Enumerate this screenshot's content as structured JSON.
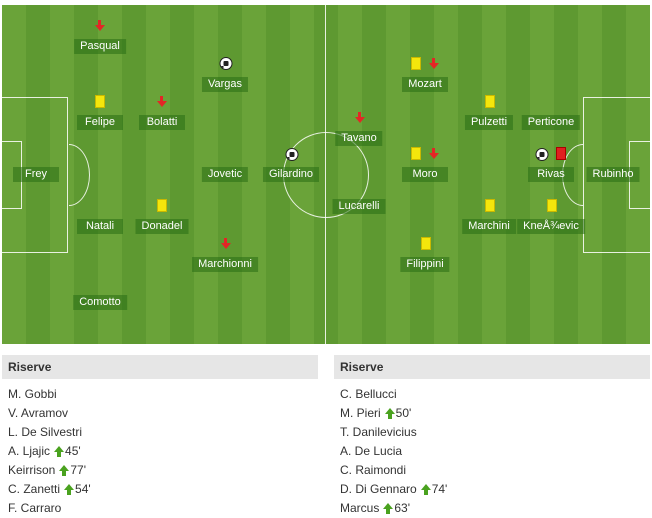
{
  "home_players": {
    "pasqual": "Pasqual",
    "vargas": "Vargas",
    "felipe": "Felipe",
    "bolatti": "Bolatti",
    "frey": "Frey",
    "jovetic": "Jovetic",
    "gilardino": "Gilardino",
    "natali": "Natali",
    "donadel": "Donadel",
    "marchionni": "Marchionni",
    "comotto": "Comotto"
  },
  "away_players": {
    "mozart": "Mozart",
    "tavano": "Tavano",
    "pulzetti": "Pulzetti",
    "perticone": "Perticone",
    "moro": "Moro",
    "rivas": "Rivas",
    "rubinho": "Rubinho",
    "lucarelli": "Lucarelli",
    "marchini": "Marchini",
    "kneazevic": "KneÅ¾evic",
    "filippini": "Filippini"
  },
  "reserves_home": {
    "title": "Riserve",
    "items": [
      {
        "name": "M. Gobbi",
        "minute": ""
      },
      {
        "name": "V. Avramov",
        "minute": ""
      },
      {
        "name": "L. De Silvestri",
        "minute": ""
      },
      {
        "name": "A. Ljajic",
        "minute": "45'"
      },
      {
        "name": "Keirrison",
        "minute": "77'"
      },
      {
        "name": "C. Zanetti",
        "minute": "54'"
      },
      {
        "name": "F. Carraro",
        "minute": ""
      }
    ]
  },
  "reserves_away": {
    "title": "Riserve",
    "items": [
      {
        "name": "C. Bellucci",
        "minute": ""
      },
      {
        "name": "M. Pieri",
        "minute": "50'"
      },
      {
        "name": "T. Danilevicius",
        "minute": ""
      },
      {
        "name": "A. De Lucia",
        "minute": ""
      },
      {
        "name": "C. Raimondi",
        "minute": ""
      },
      {
        "name": "D. Di Gennaro",
        "minute": "74'"
      },
      {
        "name": "Marcus",
        "minute": "63'"
      }
    ]
  },
  "colors": {
    "pitch": "#6aa339",
    "yellow_card": "#f4e60c",
    "red_card": "#e02020",
    "sub_in": "#4aa21f",
    "sub_out": "#e32626"
  }
}
